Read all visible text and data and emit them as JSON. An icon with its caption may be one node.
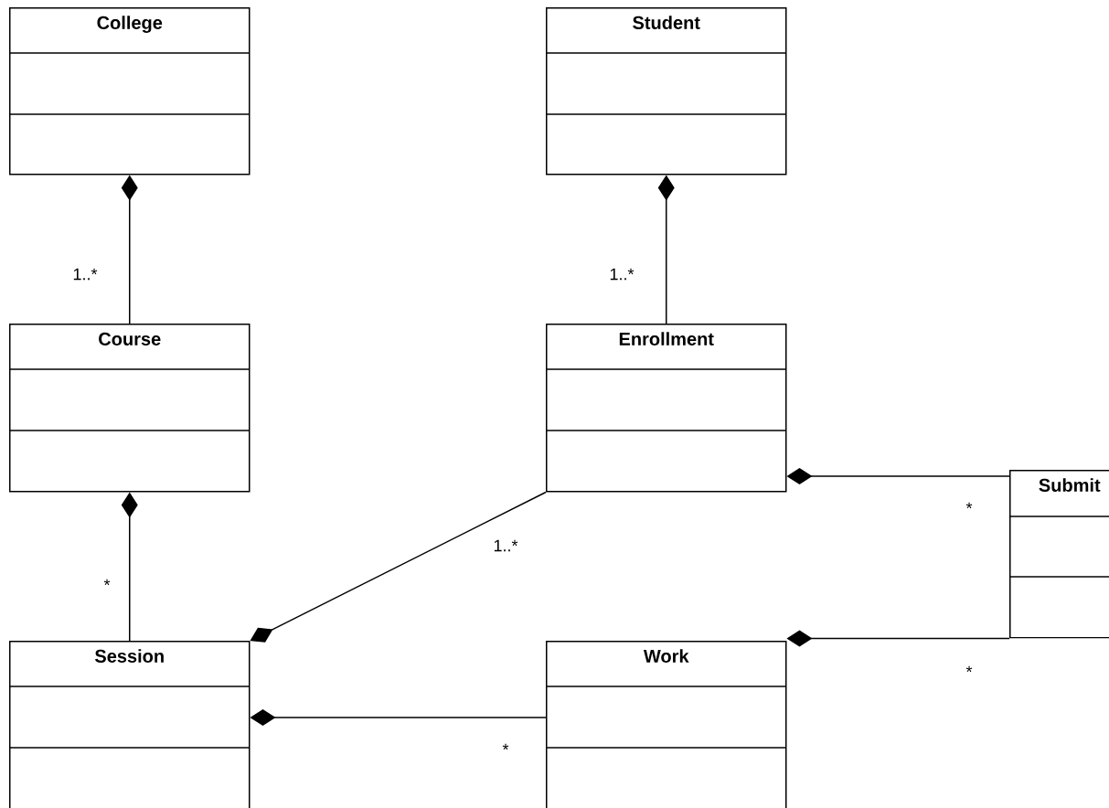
{
  "diagram": {
    "nodes": [
      {
        "text": [
          "College"
        ]
      },
      {
        "text": [
          "Student"
        ]
      },
      {
        "text": [
          "Course"
        ]
      },
      {
        "text": [
          "Enrollment"
        ]
      },
      {
        "text": [
          "Submit"
        ]
      },
      {
        "text": [
          "Session"
        ]
      },
      {
        "text": [
          "Work"
        ]
      }
    ],
    "edges": [
      {
        "from": 2,
        "to": 0,
        "arrow": "other",
        "label": "1..*"
      },
      {
        "from": 3,
        "to": 1,
        "arrow": "other",
        "label": "1..*"
      },
      {
        "from": 5,
        "to": 2,
        "arrow": "other",
        "label": "*"
      },
      {
        "from": 3,
        "to": 5,
        "arrow": "other",
        "label": "1..*"
      },
      {
        "from": 4,
        "to": 3,
        "arrow": "other",
        "label": "*"
      },
      {
        "from": 6,
        "to": 5,
        "arrow": "other",
        "label": "*"
      },
      {
        "from": 4,
        "to": 6,
        "arrow": "other",
        "label": "*"
      }
    ]
  }
}
